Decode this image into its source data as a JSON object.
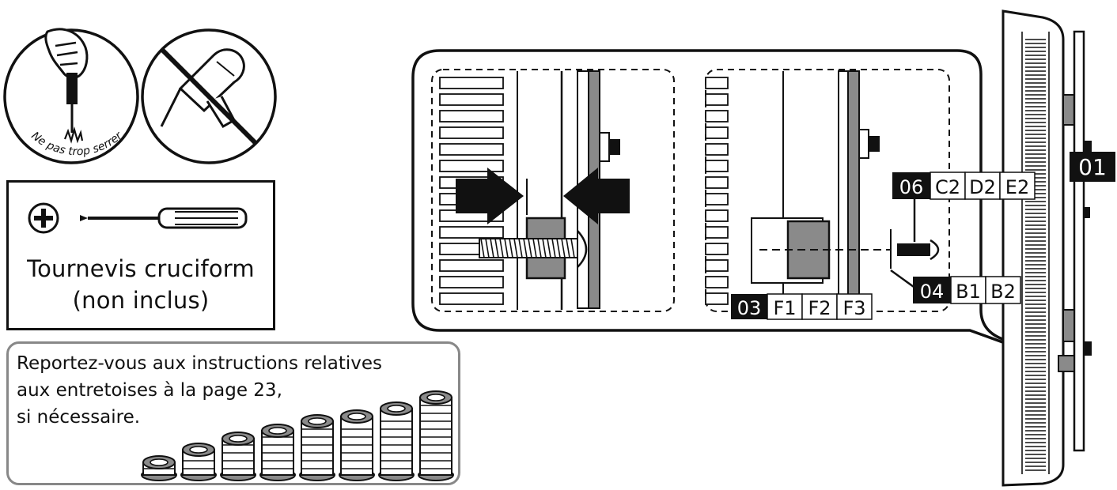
{
  "warning": {
    "caption": "Ne pas trop serrer"
  },
  "tool": {
    "line1": "Tournevis cruciform",
    "line2": "(non inclus)"
  },
  "note": {
    "line1": "Reportez-vous aux instructions relatives",
    "line2": "aux entretoises à la page 23,",
    "line3": "si nécessaire."
  },
  "labels": {
    "part_03": {
      "num": "03",
      "items": [
        "F1",
        "F2",
        "F3"
      ]
    },
    "part_04": {
      "num": "04",
      "items": [
        "B1",
        "B2"
      ]
    },
    "part_06": {
      "num": "06",
      "items": [
        "C2",
        "D2",
        "E2"
      ]
    },
    "part_01": {
      "num": "01"
    }
  },
  "colors": {
    "ink": "#111111",
    "panel_gray": "#8a8a8a",
    "label_black": "#111111",
    "note_border": "#888888"
  }
}
